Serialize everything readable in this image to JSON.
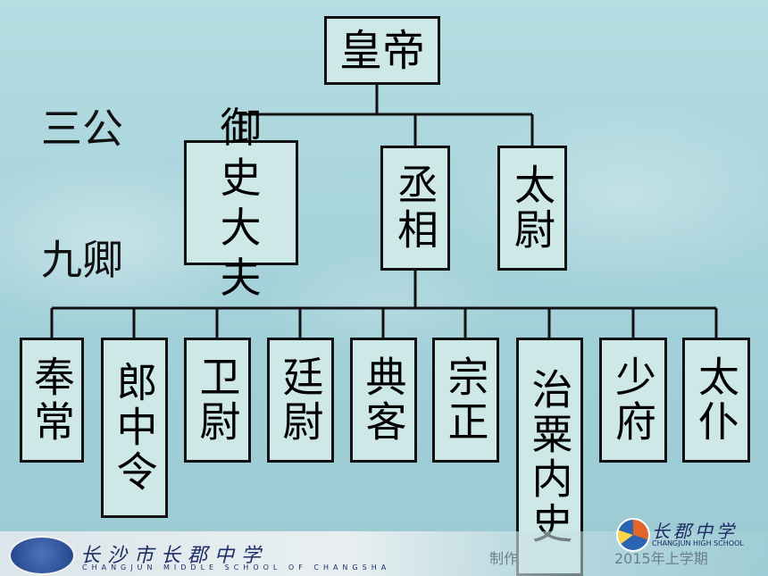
{
  "diagram": {
    "emperor": "皇帝",
    "sangong_label": "三公",
    "jiuqing_label": "九卿",
    "sangong": [
      {
        "id": "yushi",
        "label": "御史大夫"
      },
      {
        "id": "chengxiang",
        "label": "丞相"
      },
      {
        "id": "taiwei",
        "label": "太尉"
      }
    ],
    "jiuqing": [
      {
        "id": "fengchang",
        "label": "奉常"
      },
      {
        "id": "langzhongling",
        "label": "郎中令"
      },
      {
        "id": "weiwei",
        "label": "卫尉"
      },
      {
        "id": "tingwei",
        "label": "廷尉"
      },
      {
        "id": "dianke",
        "label": "典客"
      },
      {
        "id": "zongzheng",
        "label": "宗正"
      },
      {
        "id": "zhisuneishi",
        "label": "治粟内史"
      },
      {
        "id": "shaofu",
        "label": "少府"
      },
      {
        "id": "taipu",
        "label": "太仆"
      }
    ]
  },
  "footer": {
    "school_left": "长沙市长郡中学",
    "school_left_en": "CHANGJUN MIDDLE SCHOOL OF CHANGSHA",
    "school_right": "长郡中学",
    "school_right_en": "CHANGJUN HIGH SCHOOL",
    "maker": "制作",
    "term": "2015年上学期"
  }
}
